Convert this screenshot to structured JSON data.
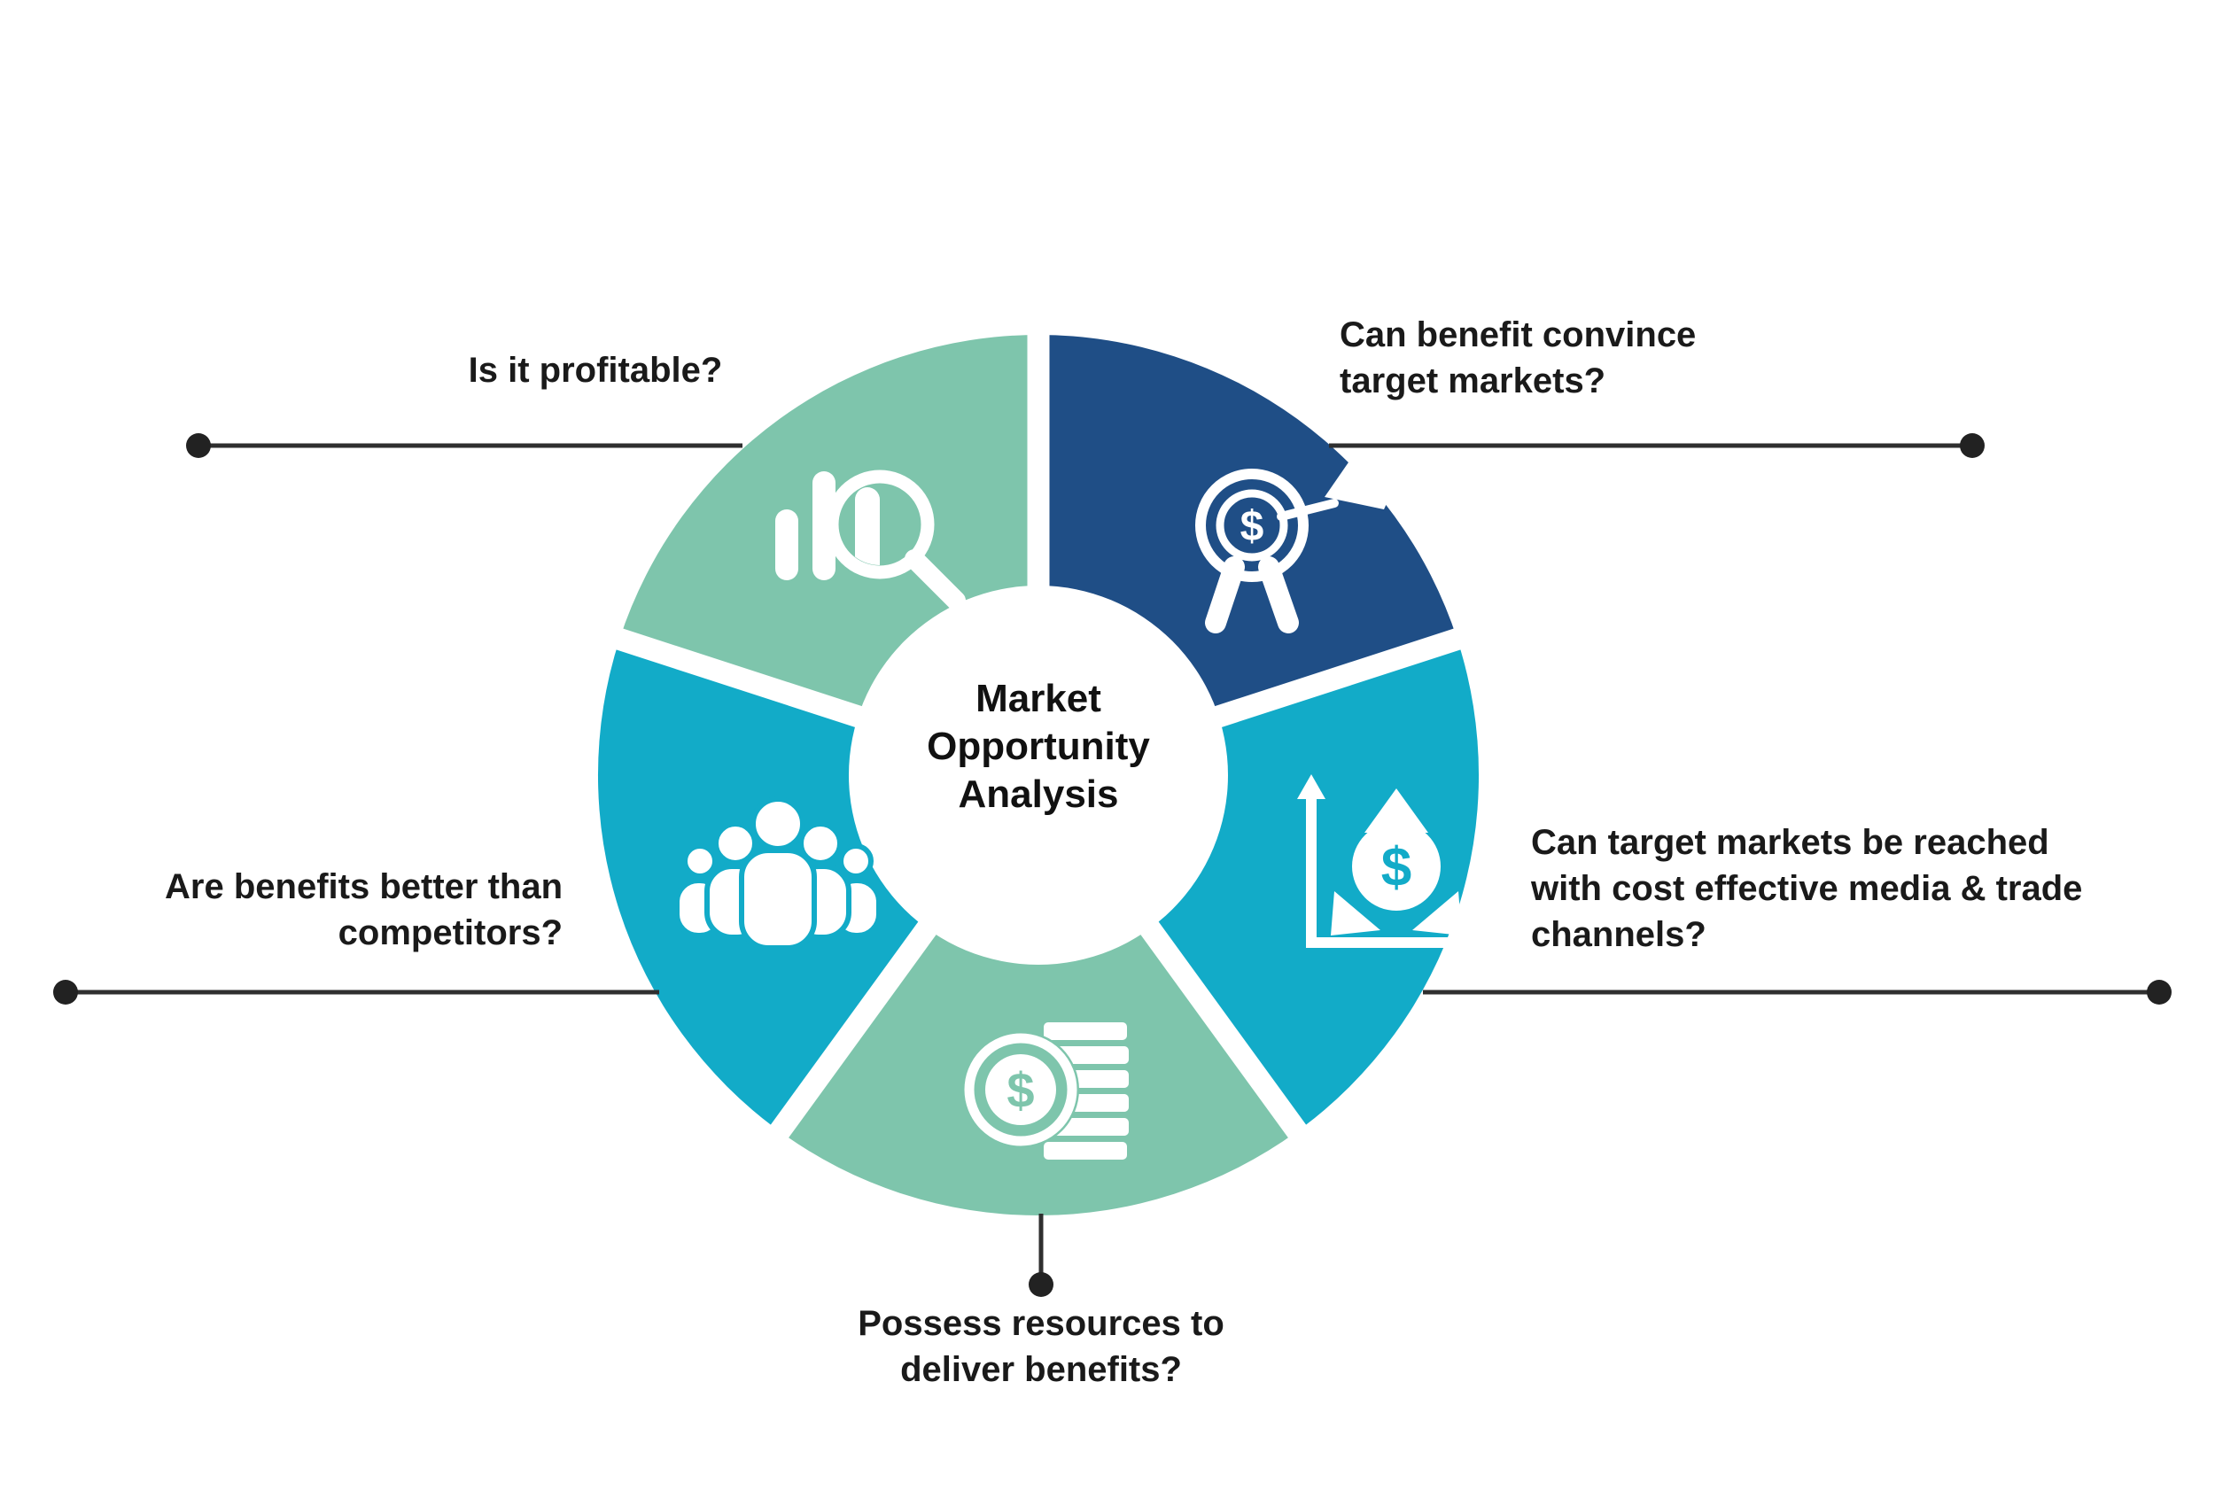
{
  "title": {
    "text": "Market\nOpportunity\nAnalysis"
  },
  "colors": {
    "seafoam": "#7EC5AC",
    "navy": "#1F4E86",
    "cyan": "#12ABC8",
    "icon_white": "#FFFFFF",
    "connector": "#2F2F2F",
    "dot": "#222222",
    "label_text": "#1A1A1A",
    "background": "#FFFFFF"
  },
  "segments": [
    {
      "id": "profitable",
      "label": "Is it profitable?",
      "color": "seafoam",
      "icon": "bar-chart-magnifier-icon"
    },
    {
      "id": "benefit-convince",
      "label": "Can benefit convince\ntarget markets?",
      "color": "navy",
      "icon": "target-dollar-dart-icon"
    },
    {
      "id": "markets-reached",
      "label": "Can target markets be reached\nwith cost effective media & trade\nchannels?",
      "color": "cyan",
      "icon": "growth-chart-dollar-icon"
    },
    {
      "id": "possess-resources",
      "label": "Possess resources to\ndeliver benefits?",
      "color": "seafoam",
      "icon": "coin-stack-dollar-icon"
    },
    {
      "id": "benefits-better",
      "label": "Are benefits better than\ncompetitors?",
      "color": "cyan",
      "icon": "people-group-icon"
    }
  ],
  "icon_glyphs": {
    "dollar": "$"
  }
}
